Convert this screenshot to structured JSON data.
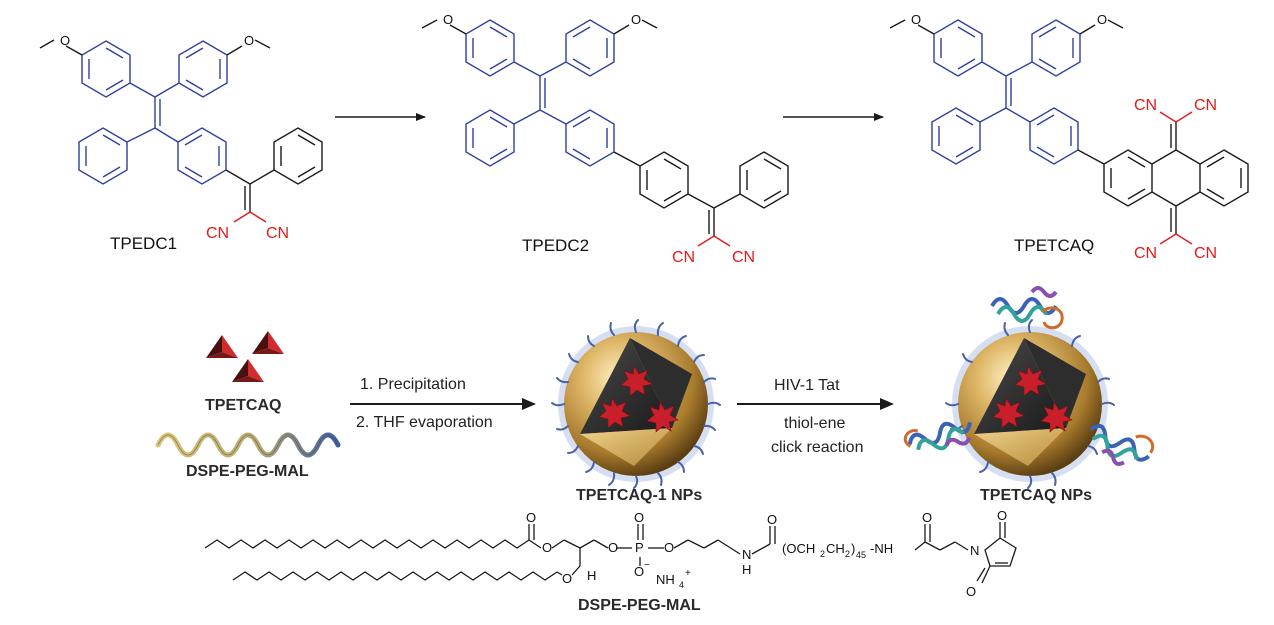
{
  "colors": {
    "tpe_core": "#2f3f9e",
    "acceptor": "#e01b1b",
    "bond": "#1a1a1a",
    "np_gold": "#c9a35a",
    "arrow": "#1a1a1a"
  },
  "molecules": {
    "m1": {
      "label": "TPEDC1"
    },
    "m2": {
      "label": "TPEDC2"
    },
    "m3": {
      "label": "TPETCAQ"
    },
    "cn": "CN"
  },
  "process": {
    "dye_label": "TPETCAQ",
    "polymer_label": "DSPE-PEG-MAL",
    "step1": "1. Precipitation",
    "step2": "2. THF evaporation",
    "np1_label": "TPETCAQ-1 NPs",
    "step3_line1": "HIV-1 Tat",
    "step3_line2": "thiol-ene",
    "step3_line3": "click reaction",
    "np2_label": "TPETCAQ NPs"
  },
  "structure": {
    "label": "DSPE-PEG-MAL",
    "atoms": {
      "O": "O",
      "P": "P",
      "H": "H",
      "ammonium": "NH",
      "ammonium_charge": "4",
      "plus": "+",
      "minus": "−",
      "peg_prefix": "(OCH",
      "peg_sub1": "2",
      "peg_mid": "CH",
      "peg_sub2": "2",
      "peg_close": ")",
      "peg_n": "45",
      "nh_tail": "-NH",
      "N": "N",
      "NH": "N",
      "NH_H": "H"
    }
  }
}
